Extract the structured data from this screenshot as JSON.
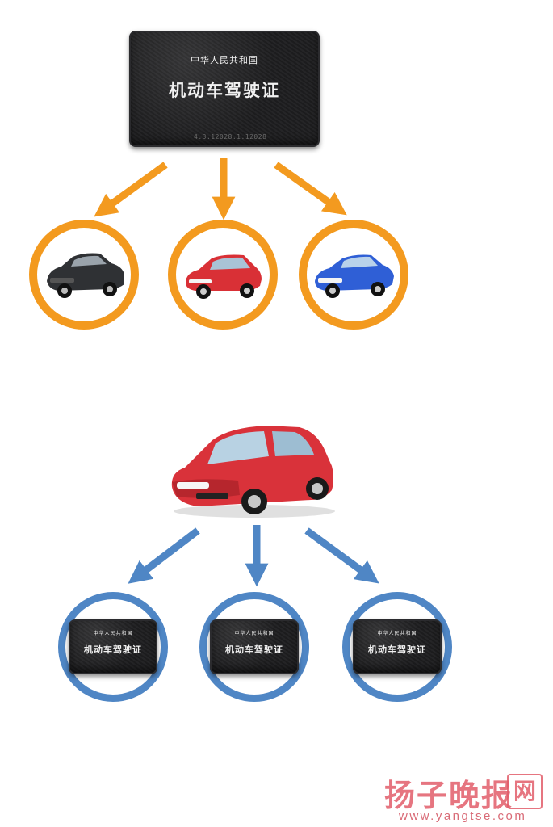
{
  "license": {
    "country": "中华人民共和国",
    "title": "机动车驾驶证",
    "stamp": "4.3.12028.1.12028"
  },
  "watermark": {
    "name": "扬子晚报",
    "badge": "网",
    "url": "www.yangtse.com"
  },
  "colors": {
    "orange": "#f39a1f",
    "blue": "#4f86c5",
    "license": "#1d1d1f"
  },
  "top_group": {
    "cars": [
      {
        "color": "#2f3134",
        "name": "black-sedan"
      },
      {
        "color": "#d93036",
        "name": "red-hatchback"
      },
      {
        "color": "#2f5fd6",
        "name": "blue-sedan"
      }
    ]
  },
  "bottom_group": {
    "car_color": "#d9323a"
  }
}
